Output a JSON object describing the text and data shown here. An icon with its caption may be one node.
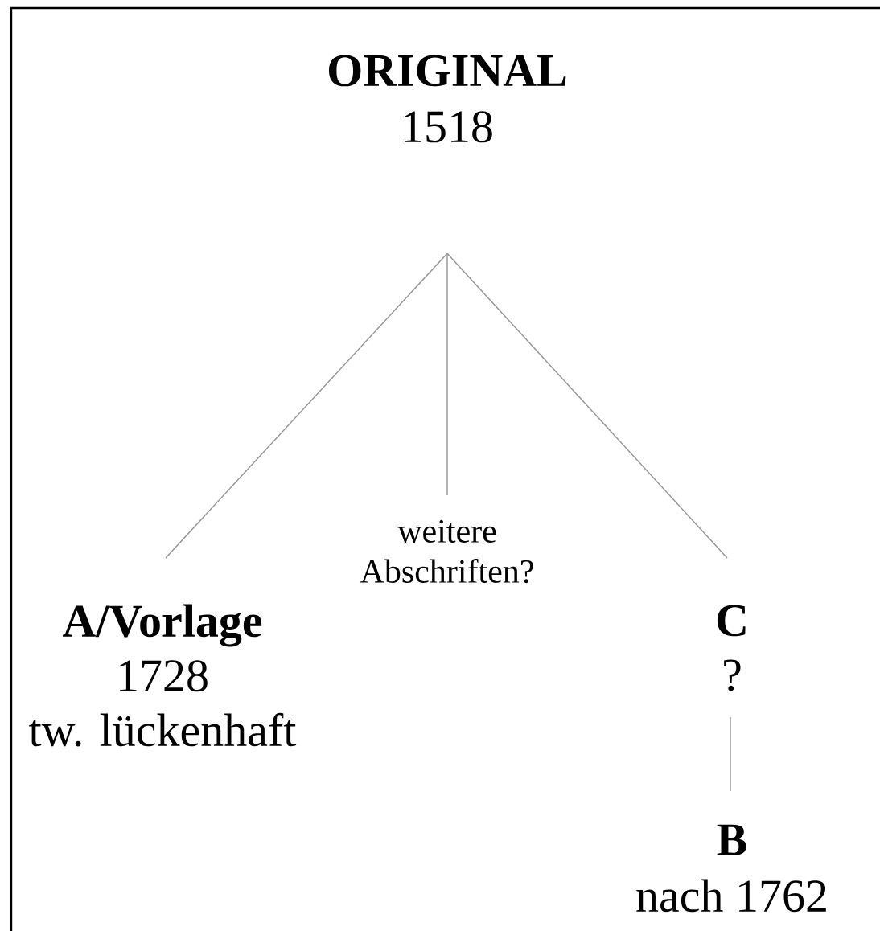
{
  "diagram": {
    "nodes": [
      {
        "text": [
          "ORIGINAL",
          "1518"
        ]
      },
      {
        "text": [
          "A/Vorlage",
          "1728",
          "tw. lückenhaft"
        ]
      },
      {
        "text": [
          "weitere Abschriften?"
        ]
      },
      {
        "text": [
          "C",
          "?"
        ]
      },
      {
        "text": [
          "B",
          "nach 1762"
        ]
      }
    ],
    "edges": [
      {
        "from": 0,
        "to": 1,
        "arrow": "none"
      },
      {
        "from": 0,
        "to": 2,
        "arrow": "none"
      },
      {
        "from": 0,
        "to": 3,
        "arrow": "none"
      },
      {
        "from": 3,
        "to": 4,
        "arrow": "none"
      }
    ]
  }
}
